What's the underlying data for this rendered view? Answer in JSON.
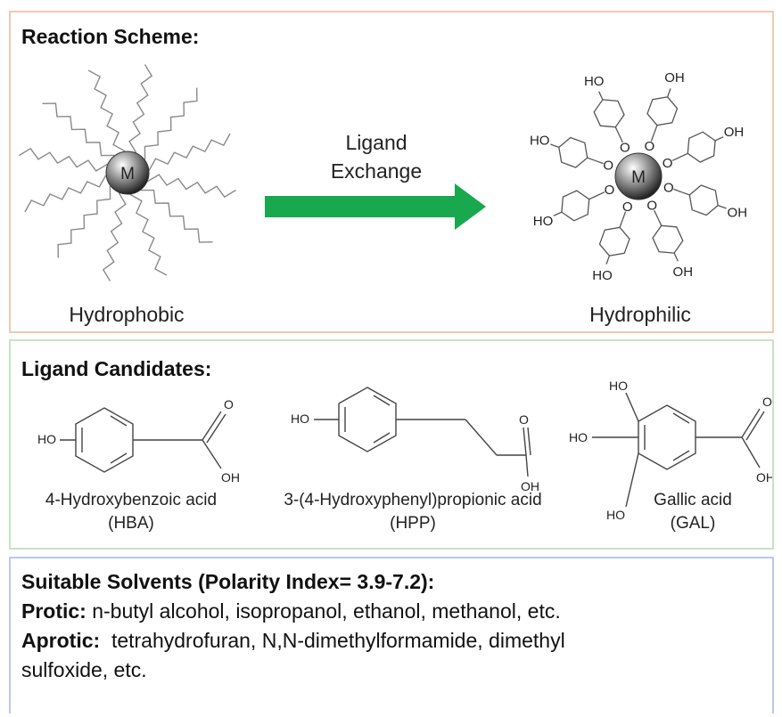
{
  "reaction": {
    "title": "Reaction Scheme:",
    "left_label": "Hydrophobic",
    "right_label": "Hydrophilic",
    "arrow_line1": "Ligand",
    "arrow_line2": "Exchange",
    "metal": "M",
    "oh": "OH",
    "ho": "HO",
    "o": "O",
    "arrow_color": "#19a84d"
  },
  "candidates": {
    "title": "Ligand Candidates:",
    "items": [
      {
        "name": "4-Hydroxybenzoic acid",
        "abbr": "(HBA)"
      },
      {
        "name": "3-(4-Hydroxyphenyl)propionic acid",
        "abbr": "(HPP)"
      },
      {
        "name": "Gallic acid",
        "abbr": "(GAL)"
      }
    ],
    "oh": "OH",
    "ho": "HO",
    "o": "O"
  },
  "solvents": {
    "title": "Suitable Solvents (Polarity Index= 3.9-7.2):",
    "protic_label": "Protic:",
    "protic_text": " n-butyl alcohol, isopropanol, ethanol, methanol, etc.",
    "aprotic_label": "Aprotic:",
    "aprotic_text": "  tetrahydrofuran, N,N-dimethylformamide, dimethyl",
    "aprotic_text2": "sulfoxide, etc."
  }
}
